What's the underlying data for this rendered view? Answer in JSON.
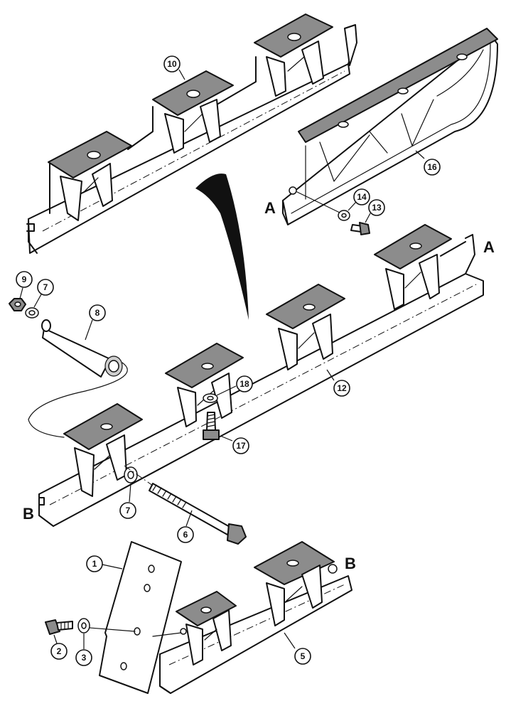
{
  "callouts": {
    "c1": "1",
    "c2": "2",
    "c3": "3",
    "c5": "5",
    "c6": "6",
    "c7a": "7",
    "c7b": "7",
    "c8": "8",
    "c9": "9",
    "c10": "10",
    "c12": "12",
    "c13": "13",
    "c14": "14",
    "c16": "16",
    "c17": "17",
    "c18": "18"
  },
  "connection_letters": {
    "a_left": "A",
    "a_right": "A",
    "b_left": "B",
    "b_right": "B"
  }
}
